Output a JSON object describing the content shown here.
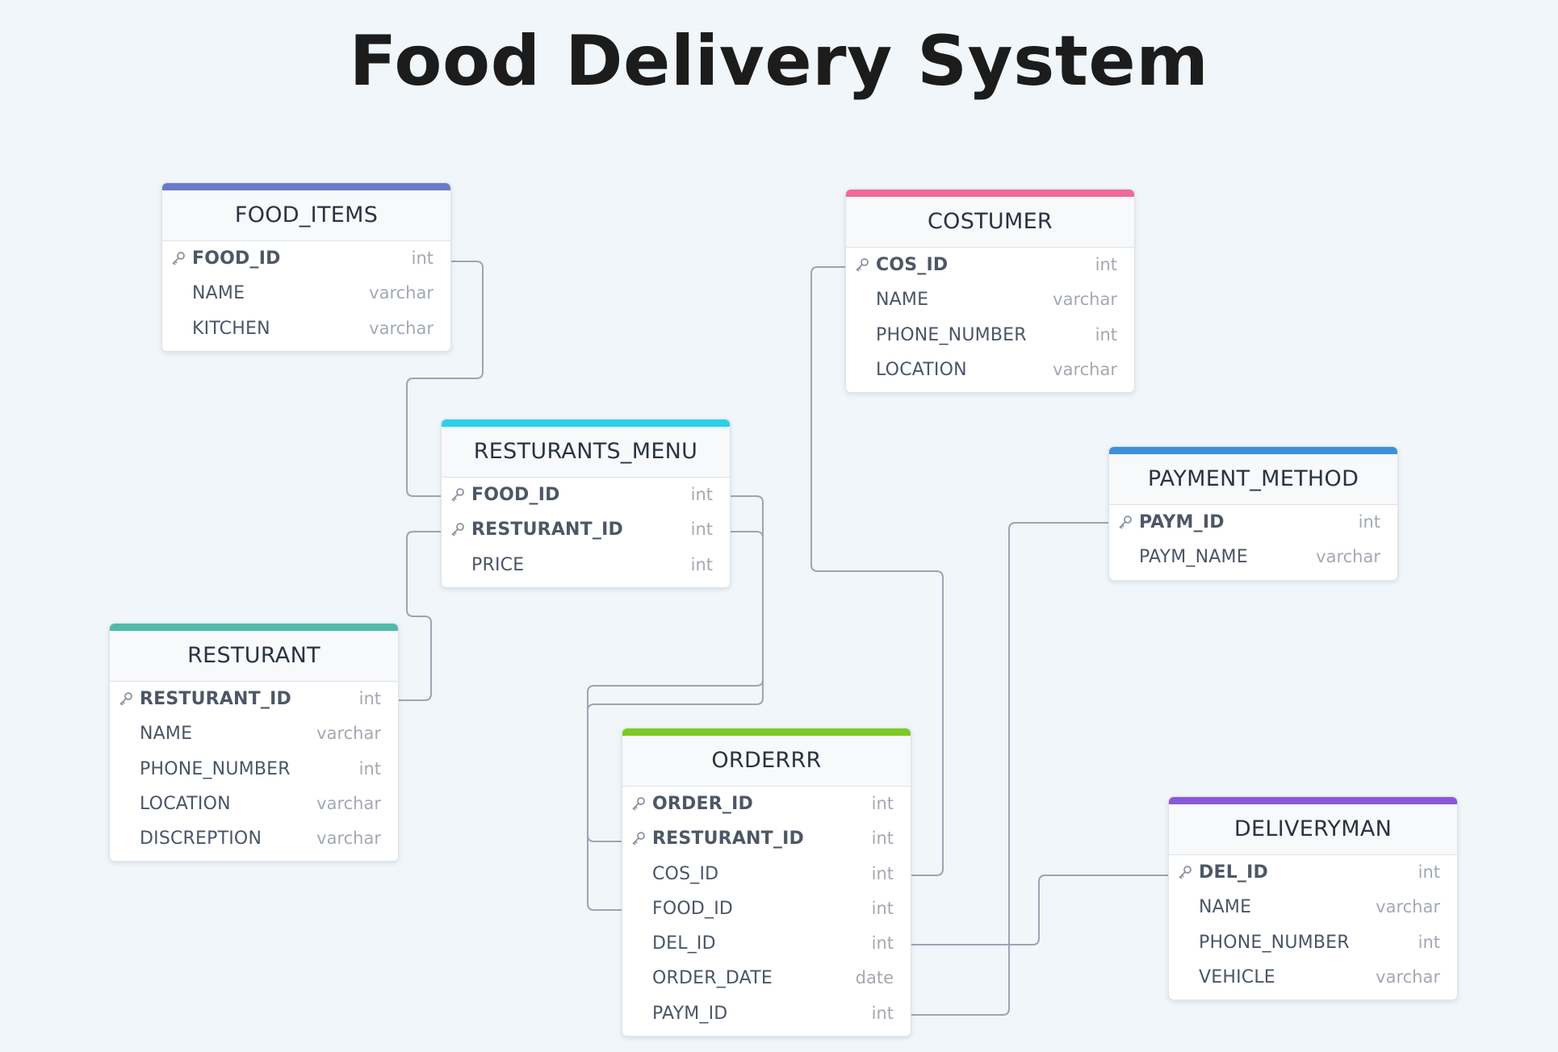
{
  "title": "Food Delivery System",
  "colors": {
    "food_items": "#6b79cc",
    "costumer": "#ee6a97",
    "resturants_menu": "#2dd0ea",
    "payment_method": "#3e8fdc",
    "resturant": "#4fbba8",
    "orderrr": "#7ccb24",
    "deliveryman": "#8b58d9",
    "connector": "#9aa6b6"
  },
  "tables": {
    "food_items": {
      "name": "FOOD_ITEMS",
      "fields": [
        {
          "name": "FOOD_ID",
          "type": "int",
          "pk": true
        },
        {
          "name": "NAME",
          "type": "varchar",
          "pk": false
        },
        {
          "name": "KITCHEN",
          "type": "varchar",
          "pk": false
        }
      ]
    },
    "costumer": {
      "name": "COSTUMER",
      "fields": [
        {
          "name": "COS_ID",
          "type": "int",
          "pk": true
        },
        {
          "name": "NAME",
          "type": "varchar",
          "pk": false
        },
        {
          "name": "PHONE_NUMBER",
          "type": "int",
          "pk": false
        },
        {
          "name": "LOCATION",
          "type": "varchar",
          "pk": false
        }
      ]
    },
    "resturants_menu": {
      "name": "RESTURANTS_MENU",
      "fields": [
        {
          "name": "FOOD_ID",
          "type": "int",
          "pk": true
        },
        {
          "name": "RESTURANT_ID",
          "type": "int",
          "pk": true
        },
        {
          "name": "PRICE",
          "type": "int",
          "pk": false
        }
      ]
    },
    "payment_method": {
      "name": "PAYMENT_METHOD",
      "fields": [
        {
          "name": "PAYM_ID",
          "type": "int",
          "pk": true
        },
        {
          "name": "PAYM_NAME",
          "type": "varchar",
          "pk": false
        }
      ]
    },
    "resturant": {
      "name": "RESTURANT",
      "fields": [
        {
          "name": "RESTURANT_ID",
          "type": "int",
          "pk": true
        },
        {
          "name": "NAME",
          "type": "varchar",
          "pk": false
        },
        {
          "name": "PHONE_NUMBER",
          "type": "int",
          "pk": false
        },
        {
          "name": "LOCATION",
          "type": "varchar",
          "pk": false
        },
        {
          "name": "DISCREPTION",
          "type": "varchar",
          "pk": false
        }
      ]
    },
    "orderrr": {
      "name": "ORDERRR",
      "fields": [
        {
          "name": "ORDER_ID",
          "type": "int",
          "pk": true
        },
        {
          "name": "RESTURANT_ID",
          "type": "int",
          "pk": true
        },
        {
          "name": "COS_ID",
          "type": "int",
          "pk": false
        },
        {
          "name": "FOOD_ID",
          "type": "int",
          "pk": false
        },
        {
          "name": "DEL_ID",
          "type": "int",
          "pk": false
        },
        {
          "name": "ORDER_DATE",
          "type": "date",
          "pk": false
        },
        {
          "name": "PAYM_ID",
          "type": "int",
          "pk": false
        }
      ]
    },
    "deliveryman": {
      "name": "DELIVERYMAN",
      "fields": [
        {
          "name": "DEL_ID",
          "type": "int",
          "pk": true
        },
        {
          "name": "NAME",
          "type": "varchar",
          "pk": false
        },
        {
          "name": "PHONE_NUMBER",
          "type": "int",
          "pk": false
        },
        {
          "name": "VEHICLE",
          "type": "varchar",
          "pk": false
        }
      ]
    }
  },
  "relationships": [
    {
      "from": "food_items.FOOD_ID",
      "to": "resturants_menu.FOOD_ID"
    },
    {
      "from": "resturant.RESTURANT_ID",
      "to": "resturants_menu.RESTURANT_ID"
    },
    {
      "from": "resturants_menu.FOOD_ID",
      "to": "orderrr.FOOD_ID"
    },
    {
      "from": "resturants_menu.RESTURANT_ID",
      "to": "orderrr.RESTURANT_ID"
    },
    {
      "from": "costumer.COS_ID",
      "to": "orderrr.COS_ID"
    },
    {
      "from": "deliveryman.DEL_ID",
      "to": "orderrr.DEL_ID"
    },
    {
      "from": "payment_method.PAYM_ID",
      "to": "orderrr.PAYM_ID"
    }
  ]
}
